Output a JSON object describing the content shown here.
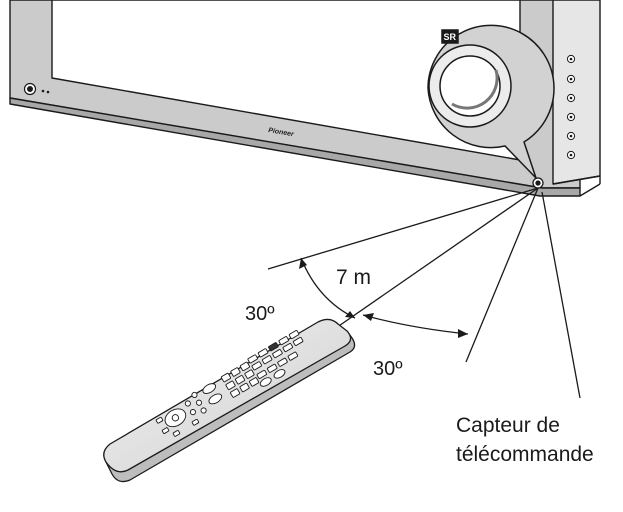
{
  "tv": {
    "brand": "Pioneer",
    "badge": "SR"
  },
  "labels": {
    "distance": "7 m",
    "angle_left": "30º",
    "angle_right": "30º",
    "sensor_line1": "Capteur de",
    "sensor_line2": "télécommande"
  },
  "colors": {
    "line": "#1a1a1a",
    "bezel": "#c9c9c9",
    "bezel_dark": "#9a9a9a"
  }
}
